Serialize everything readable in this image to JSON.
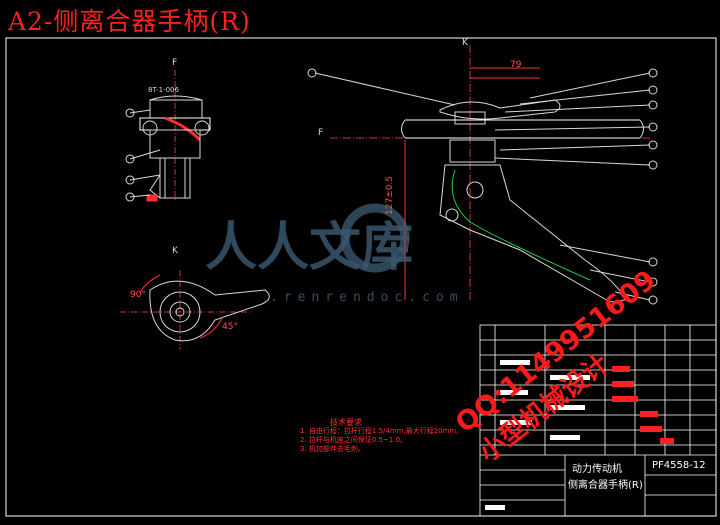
{
  "title": "A2-侧离合器手柄(R)",
  "views": {
    "left_label_top": "F",
    "left_label_k": "K",
    "main_label_k": "K",
    "main_label_f": "F",
    "dim_top": "79",
    "dim_angle_left": "90°",
    "dim_angle_right": "45°",
    "dim_vertical": "127±0.5",
    "callout_tag": "8T-1-006"
  },
  "watermark": {
    "logo": "人人文库",
    "site": ".renrendoc.com",
    "qq": "QQ:1149951609",
    "design": "小型机械设计"
  },
  "notes": {
    "title": "技术要求",
    "lines": [
      "1. 自由行程：拉杆行程1.5/4mm,最大行程20mm。",
      "2. 拉杆与机座之间保证0.5~1.0。",
      "3. 机加部件去毛刺。"
    ]
  },
  "title_block": {
    "product": "动力传动机",
    "part": "侧离合器手柄(R)",
    "code": "PF4558-12"
  }
}
